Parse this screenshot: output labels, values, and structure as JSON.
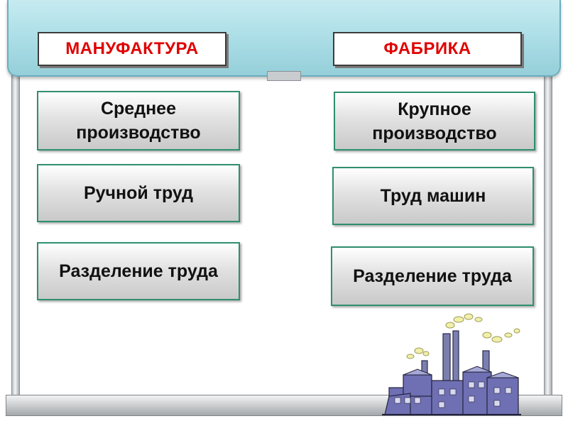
{
  "header": {
    "left_title": "МАНУФАКТУРА",
    "right_title": "ФАБРИКА"
  },
  "columns": {
    "left": [
      {
        "line1": "Среднее",
        "line2": "производство"
      },
      {
        "text": "Ручной труд"
      },
      {
        "text": "Разделение труда"
      }
    ],
    "right": [
      {
        "line1": "Крупное",
        "line2": "производство"
      },
      {
        "text": "Труд машин"
      },
      {
        "text": "Разделение труда"
      }
    ]
  },
  "colors": {
    "title_text": "#e00000",
    "header_fill": "#a7dbe4",
    "card_border": "#2f8f6f",
    "factory_body": "#6f6fb3"
  },
  "icons": [
    "factory-illustration-icon"
  ]
}
